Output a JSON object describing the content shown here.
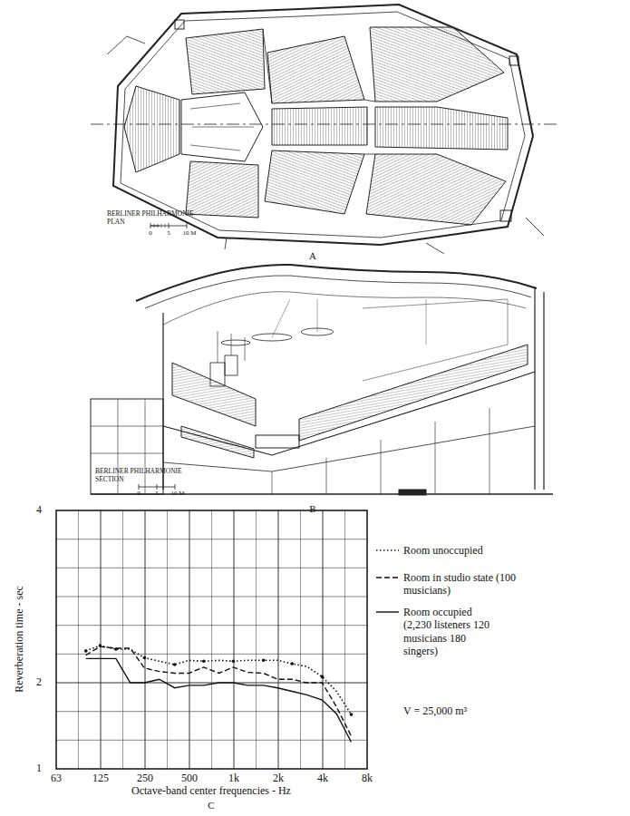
{
  "diagram": {
    "labels": [
      "BERLINER PHILHARMONIE",
      "PLAN",
      "0",
      "5",
      "10 M",
      "A",
      "BERLINER PHILHARMONIE",
      "SECTION",
      "0",
      "5",
      "10 M",
      "B",
      "4",
      "2",
      "1",
      "63",
      "125",
      "250",
      "500",
      "1k",
      "2k",
      "4k",
      "8k",
      "Reverberation time - sec",
      "Octave-band center frequencies - Hz",
      "C",
      "V = 25,000 m³"
    ],
    "legend": [
      {
        "text": "Room unoccupied"
      },
      {
        "text": "Room in studio state (100 musicians)"
      },
      {
        "text": "Room occupied (2,230 listeners 120 musicians 180 singers)"
      }
    ]
  }
}
